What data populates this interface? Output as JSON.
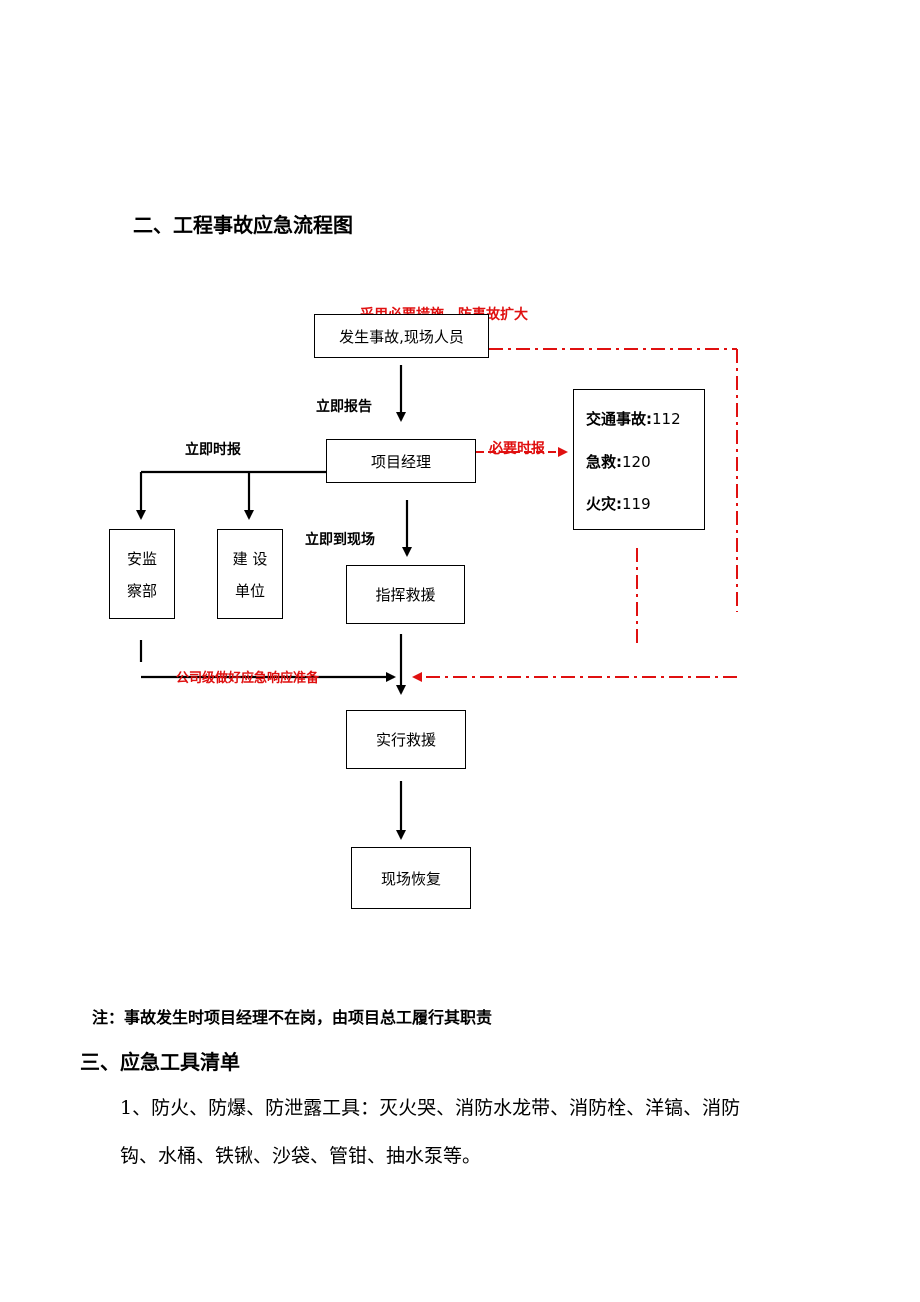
{
  "section2": {
    "title": "二、工程事故应急流程图"
  },
  "flow": {
    "start_box": "发生事故,现场人员",
    "top_note": "采用必要措施，防事故扩大",
    "report_label": "立即报告",
    "manager_box": "项目经理",
    "timely_report_label": "立即时报",
    "necessary_report_label": "必要时报",
    "emergency": [
      {
        "label": "交通事故",
        "number": "112"
      },
      {
        "label": "急救",
        "number": "120"
      },
      {
        "label": "火灾",
        "number": "119"
      }
    ],
    "safety_box": [
      "安监",
      "察部"
    ],
    "owner_box": [
      "建 设",
      "单位"
    ],
    "go_scene_label": "立即到现场",
    "command_box": "指挥救援",
    "company_label": "公司级做好应急响应准备",
    "rescue_box": "实行救援",
    "restore_box": "现场恢复"
  },
  "note": "注：事故发生时项目经理不在岗，由项目总工履行其职责",
  "section3": {
    "title": "三、应急工具清单",
    "item1_line1": "1、防火、防爆、防泄露工具：灭火哭、消防水龙带、消防栓、洋镐、消防",
    "item1_line2": "钩、水桶、铁锹、沙袋、管钳、抽水泵等。"
  },
  "colors": {
    "accent_red": "#e01010",
    "line": "#000000"
  }
}
